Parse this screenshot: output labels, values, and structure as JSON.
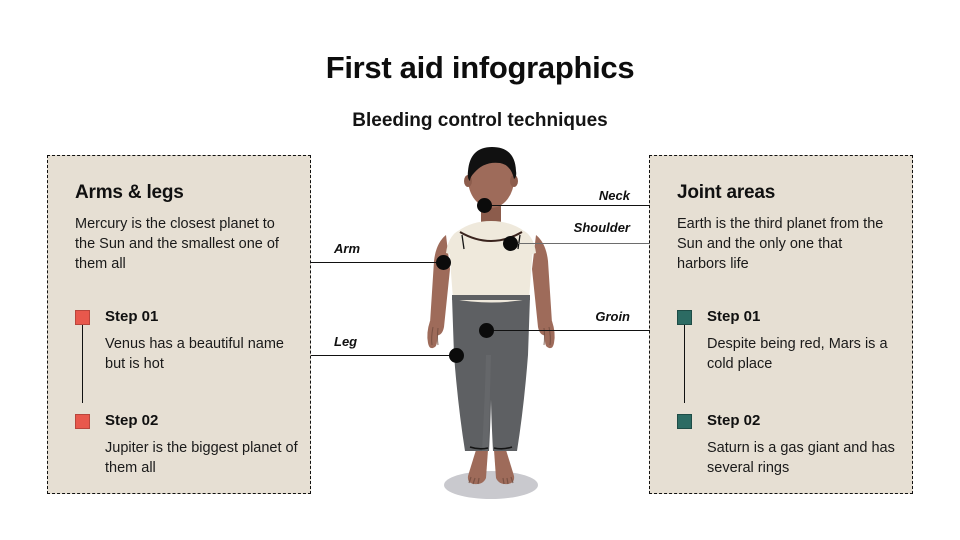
{
  "header": {
    "title": "First aid infographics",
    "subtitle": "Bleeding control techniques"
  },
  "colors": {
    "panel_background": "#E6DFD3",
    "left_accent": "#E8584C",
    "right_accent": "#2C6B63",
    "page_background": "#FFFFFF",
    "text": "#111111",
    "skin": "#9E6B5A",
    "hair": "#111111",
    "shirt": "#EFE9DC",
    "pants": "#5E6063",
    "shadow": "#C9C9CE"
  },
  "panels": [
    {
      "id": "arms-legs",
      "title": "Arms & legs",
      "description": "Mercury is the closest planet to the Sun and the smallest one of them all",
      "accent": "#E8584C",
      "steps": [
        {
          "label": "Step 01",
          "text": "Venus has a beautiful name but is hot"
        },
        {
          "label": "Step 02",
          "text": "Jupiter is the biggest planet of them all"
        }
      ]
    },
    {
      "id": "joint-areas",
      "title": "Joint areas",
      "description": "Earth is the third planet from the Sun and the only one that harbors life",
      "accent": "#2C6B63",
      "steps": [
        {
          "label": "Step 01",
          "text": "Despite being red, Mars is a cold place"
        },
        {
          "label": "Step 02",
          "text": "Saturn is a gas giant and has several rings"
        }
      ]
    }
  ],
  "callouts": [
    {
      "id": "neck",
      "label": "Neck"
    },
    {
      "id": "shoulder",
      "label": "Shoulder"
    },
    {
      "id": "groin",
      "label": "Groin"
    },
    {
      "id": "arm",
      "label": "Arm"
    },
    {
      "id": "leg",
      "label": "Leg"
    }
  ],
  "figure": {
    "alt_name": "standing-person-illustration"
  }
}
